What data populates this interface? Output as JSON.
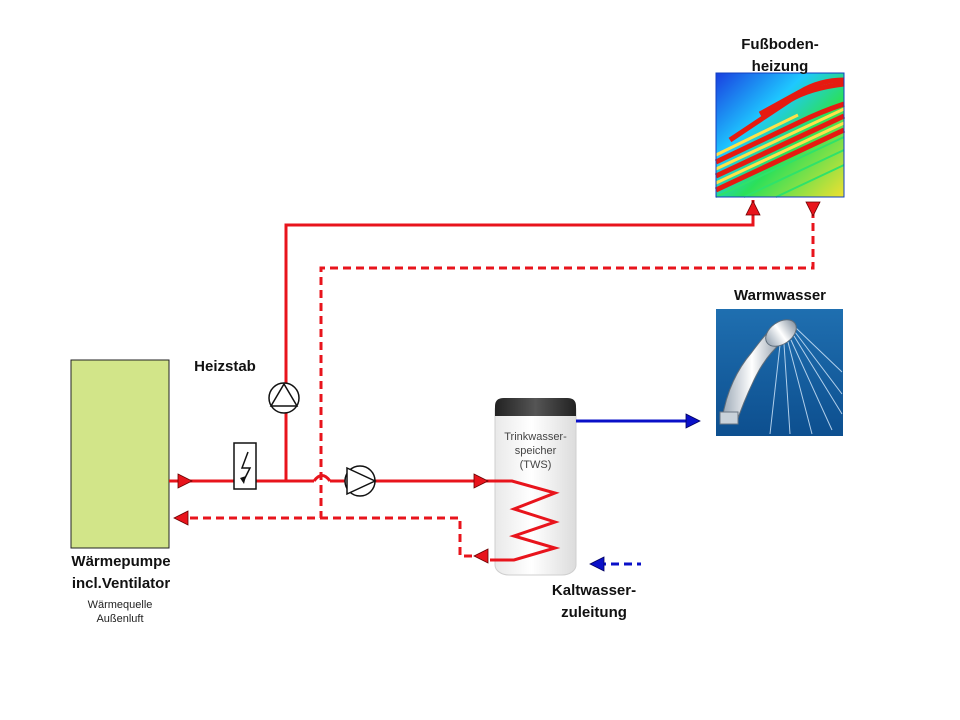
{
  "labels": {
    "floor_heating_line1": "Fußboden-",
    "floor_heating_line2": "heizung",
    "warm_water": "Warmwasser",
    "heating_rod": "Heizstab",
    "heat_pump_line1": "Wärmepumpe",
    "heat_pump_line2": "incl.Ventilator",
    "heat_source_line1": "Wärmequelle",
    "heat_source_line2": "Außenluft",
    "tank_line1": "Trinkwasser-",
    "tank_line2": "speicher",
    "tank_line3": "(TWS)",
    "cold_water_line1": "Kaltwasser-",
    "cold_water_line2": "zuleitung"
  },
  "icons": {
    "floor_heating": "floor-heating-thermal-image",
    "shower": "shower-head-photo",
    "pump": "circulation-pump-symbol",
    "heater": "electric-heating-element-symbol"
  },
  "colors": {
    "hot_pipe": "#e8141c",
    "cold_pipe": "#0a10c8",
    "heat_pump_fill": "#d2e589",
    "tank_cap": "#333333",
    "tank_coil": "#e8141c"
  }
}
